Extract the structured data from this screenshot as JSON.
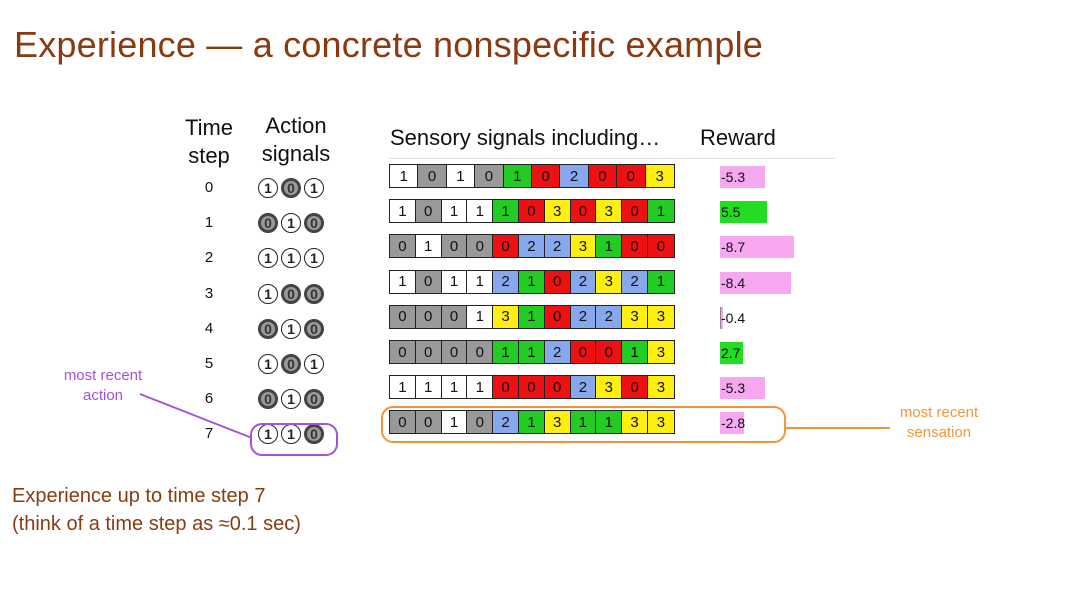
{
  "title": "Experience — a concrete nonspecific example",
  "headers": {
    "time_step_line1": "Time",
    "time_step_line2": "step",
    "action_line1": "Action",
    "action_line2": "signals",
    "sensory": "Sensory signals including…",
    "reward": "Reward"
  },
  "rows": [
    {
      "step": "0",
      "actions": [
        1,
        0,
        1
      ],
      "sensory": [
        1,
        0,
        1,
        0,
        1,
        0,
        2,
        0,
        0,
        3
      ],
      "reward": -5.3,
      "reward_label": "-5.3"
    },
    {
      "step": "1",
      "actions": [
        0,
        1,
        0
      ],
      "sensory": [
        1,
        0,
        1,
        1,
        1,
        0,
        3,
        0,
        3,
        0,
        1
      ],
      "reward": 5.5,
      "reward_label": "5.5"
    },
    {
      "step": "2",
      "actions": [
        1,
        1,
        1
      ],
      "sensory": [
        0,
        1,
        0,
        0,
        0,
        2,
        2,
        3,
        1,
        0,
        0
      ],
      "reward": -8.7,
      "reward_label": "-8.7"
    },
    {
      "step": "3",
      "actions": [
        1,
        0,
        0
      ],
      "sensory": [
        1,
        0,
        1,
        1,
        2,
        1,
        0,
        2,
        3,
        2,
        1
      ],
      "reward": -8.4,
      "reward_label": "-8.4"
    },
    {
      "step": "4",
      "actions": [
        0,
        1,
        0
      ],
      "sensory": [
        0,
        0,
        0,
        1,
        3,
        1,
        0,
        2,
        2,
        3,
        3
      ],
      "reward": -0.4,
      "reward_label": "-0.4"
    },
    {
      "step": "5",
      "actions": [
        1,
        0,
        1
      ],
      "sensory": [
        0,
        0,
        0,
        0,
        1,
        1,
        2,
        0,
        0,
        1,
        3
      ],
      "reward": 2.7,
      "reward_label": "2.7"
    },
    {
      "step": "6",
      "actions": [
        0,
        1,
        0
      ],
      "sensory": [
        1,
        1,
        1,
        1,
        0,
        0,
        0,
        2,
        3,
        0,
        3
      ],
      "reward": -5.3,
      "reward_label": "-5.3"
    },
    {
      "step": "7",
      "actions": [
        1,
        1,
        0
      ],
      "sensory": [
        0,
        0,
        1,
        0,
        2,
        1,
        3,
        1,
        1,
        3,
        3
      ],
      "reward": -2.8,
      "reward_label": "-2.8"
    }
  ],
  "binary_cell_colors": {
    "0": "#999999",
    "1": "#ffffff"
  },
  "value_cell_colors": {
    "0": "#ee1111",
    "1": "#22cc22",
    "2": "#88a8ee",
    "3": "#ffee11"
  },
  "reward_colors": {
    "positive": "#22dd22",
    "negative": "#f5a8f0"
  },
  "annotations": {
    "action_line1": "most recent",
    "action_line2": "action",
    "sensation_line1": "most recent",
    "sensation_line2": "sensation"
  },
  "annotation_colors": {
    "action": "#a552d8",
    "sensation": "#f0963a"
  },
  "caption": {
    "line1": "Experience up to time step 7",
    "line2": "(think of a time step as ≈0.1 sec)"
  }
}
